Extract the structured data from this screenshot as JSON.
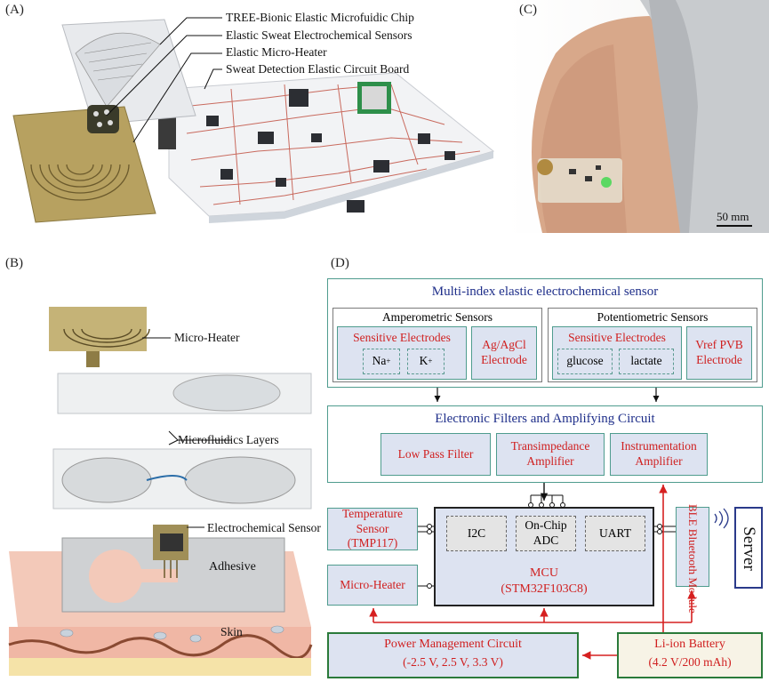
{
  "panels": {
    "a": "(A)",
    "b": "(B)",
    "c": "(C)",
    "d": "(D)"
  },
  "panel_a": {
    "callouts": [
      "TREE-Bionic Elastic Microfuidic Chip",
      "Elastic Sweat Electrochemical Sensors",
      "Elastic Micro-Heater",
      "Sweat Detection Elastic Circuit Board"
    ]
  },
  "panel_b": {
    "micro_heater": "Micro-Heater",
    "microfluidics": "Microfluidics Layers",
    "sensor": "Electrochemical Sensor",
    "adhesive": "Adhesive",
    "skin": "Skin"
  },
  "panel_c": {
    "scale_bar": "50 mm"
  },
  "panel_d": {
    "sensor_title": "Multi-index elastic electrochemical sensor",
    "amperometric": {
      "title": "Amperometric Sensors",
      "sensitive": "Sensitive Electrodes",
      "ion1": "Na",
      "ion1_sup": "+",
      "ion2": "K",
      "ion2_sup": "+",
      "ref": "Ag/AgCl Electrode"
    },
    "potentiometric": {
      "title": "Potentiometric Sensors",
      "sensitive": "Sensitive Electrodes",
      "analyte1": "glucose",
      "analyte2": "lactate",
      "ref": "Vref PVB Electrode"
    },
    "filters_title": "Electronic Filters and Amplifying Circuit",
    "low_pass": "Low Pass Filter",
    "transimpedance": "Transimpedance Amplifier",
    "instrumentation": "Instrumentation Amplifier",
    "temp_sensor": "Temperature Sensor (TMP117)",
    "micro_heater": "Micro-Heater",
    "mcu": {
      "i2c": "I2C",
      "adc": "On-Chip ADC",
      "uart": "UART",
      "name": "MCU",
      "part": "(STM32F103C8)"
    },
    "ble": "BLE Bluetooth Module",
    "server": "Server",
    "power": {
      "title": "Power Management Circuit",
      "voltages": "(-2.5 V, 2.5 V, 3.3 V)"
    },
    "battery": {
      "title": "Li-ion Battery",
      "spec": "(4.2 V/200 mAh)"
    }
  },
  "colors": {
    "teal_border": "#4f9c8e",
    "box_fill": "#dde3f1",
    "red_text": "#d02020",
    "navy_text": "#1f2f8a",
    "arrow_red": "#d62020"
  }
}
